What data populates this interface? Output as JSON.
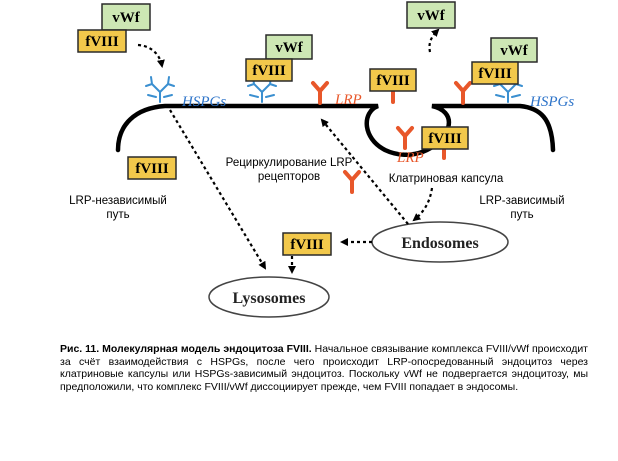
{
  "diagram": {
    "labels": {
      "vwf": "vWf",
      "fviii": "fVIII",
      "lrp": "LRP",
      "hspgs": "HSPGs",
      "recycling_line1": "Рециркулирование LRP",
      "recycling_line2": "рецепторов",
      "clathrin": "Клатриновая капсула",
      "lrp_independent_line1": "LRP-независимый",
      "lrp_independent_line2": "путь",
      "lrp_dependent_line1": "LRP-зависимый",
      "lrp_dependent_line2": "путь",
      "endosomes": "Endosomes",
      "lysosomes": "Lysosomes"
    },
    "colors": {
      "box_fill": "#f2c84b",
      "box_border": "#2a2a2a",
      "vwf_fill": "#cde7b4",
      "receptor": "#e8572a",
      "hspg": "#3a8fd0",
      "lrp_text": "#e8572a",
      "hspg_text": "#2e74c9"
    }
  },
  "caption": {
    "bold": "Рис. 11.  Молекулярная модель эндоцитоза FVIII.",
    "text": " Начальное связывание комплекса FVIII/vWf происходит за счёт взаимодействия с HSPGs, после чего происходит LRP-опосредованный эндоцитоз через клатриновые капсулы или HSPGs-зависимый эндоцитоз.  Поскольку vWf не подвергается эндоцитозу, мы предположили, что комплекс FVIII/vWf диссоциирует прежде, чем FVIII попадает в эндосомы."
  }
}
